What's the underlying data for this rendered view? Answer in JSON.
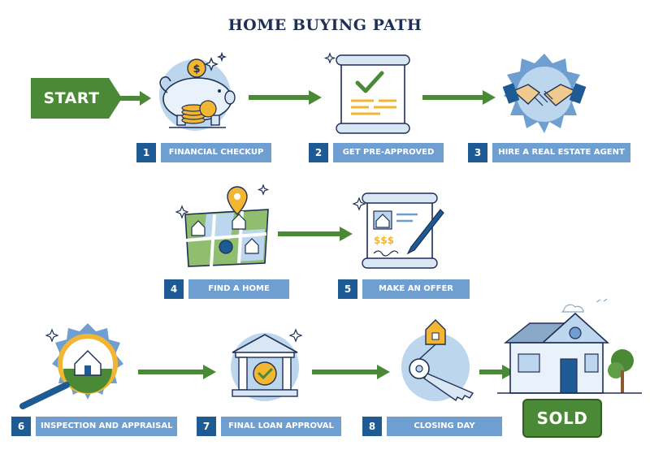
{
  "title": "HOME BUYING PATH",
  "start_label": "START",
  "end_label": "SOLD",
  "colors": {
    "green": "#4a8a36",
    "step_number_bg": "#1e5a93",
    "step_label_bg": "#6f9fd0",
    "title": "#1f2f55"
  },
  "steps": [
    {
      "number": "1",
      "label": "FINANCIAL CHECKUP",
      "icon": "piggy-bank-icon"
    },
    {
      "number": "2",
      "label": "GET PRE-APPROVED",
      "icon": "approved-document-icon"
    },
    {
      "number": "3",
      "label": "HIRE A REAL ESTATE AGENT",
      "icon": "handshake-icon"
    },
    {
      "number": "4",
      "label": "FIND A HOME",
      "icon": "map-location-icon"
    },
    {
      "number": "5",
      "label": "MAKE AN OFFER",
      "icon": "offer-contract-icon"
    },
    {
      "number": "6",
      "label": "INSPECTION AND APPRAISAL",
      "icon": "magnifier-house-icon"
    },
    {
      "number": "7",
      "label": "FINAL LOAN APPROVAL",
      "icon": "bank-check-icon"
    },
    {
      "number": "8",
      "label": "CLOSING DAY",
      "icon": "house-key-icon"
    }
  ],
  "offer_text": "$$$"
}
